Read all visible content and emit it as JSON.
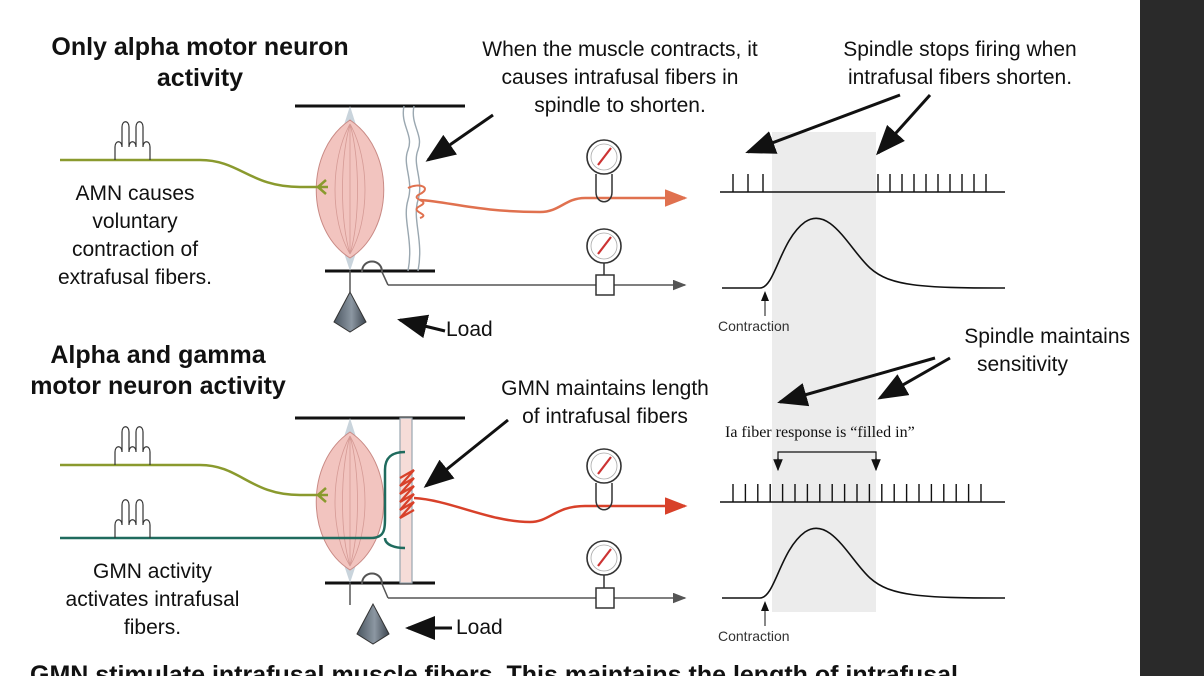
{
  "top": {
    "heading": [
      "Only alpha motor neuron",
      "activity"
    ],
    "note_left": [
      "AMN causes",
      "voluntary",
      "contraction of",
      "extrafusal fibers."
    ],
    "callout_muscle": [
      "When the muscle contracts, it",
      "causes intrafusal fibers in",
      "spindle to shorten."
    ],
    "callout_spindle": [
      "Spindle stops firing when",
      "intrafusal fibers shorten."
    ],
    "load_label": "Load",
    "contraction_label": "Contraction"
  },
  "bottom": {
    "heading": [
      "Alpha and gamma",
      "motor neuron activity"
    ],
    "note_left": [
      "GMN activity",
      "activates intrafusal",
      "fibers."
    ],
    "callout_gmn": [
      "GMN maintains length",
      "of intrafusal fibers"
    ],
    "callout_sensitivity": [
      "Spindle maintains",
      "sensitivity"
    ],
    "filled_in": "Ia fiber response is “filled in”",
    "load_label": "Load",
    "contraction_label": "Contraction"
  },
  "footer_partial": "GMN stimulate intrafusal muscle fibers. This maintains the length of intrafusal",
  "colors": {
    "alpha_nerve": "#8a9a2e",
    "gamma_nerve": "#1f6b5e",
    "ia_top": "#e0714f",
    "ia_bottom": "#d8412a",
    "muscle": "#f2c4bf",
    "shade": "#ececec",
    "sidebar": "#2a2a2a"
  },
  "icons": [
    "gauge-icon",
    "weight-load-icon",
    "coil-icon"
  ]
}
